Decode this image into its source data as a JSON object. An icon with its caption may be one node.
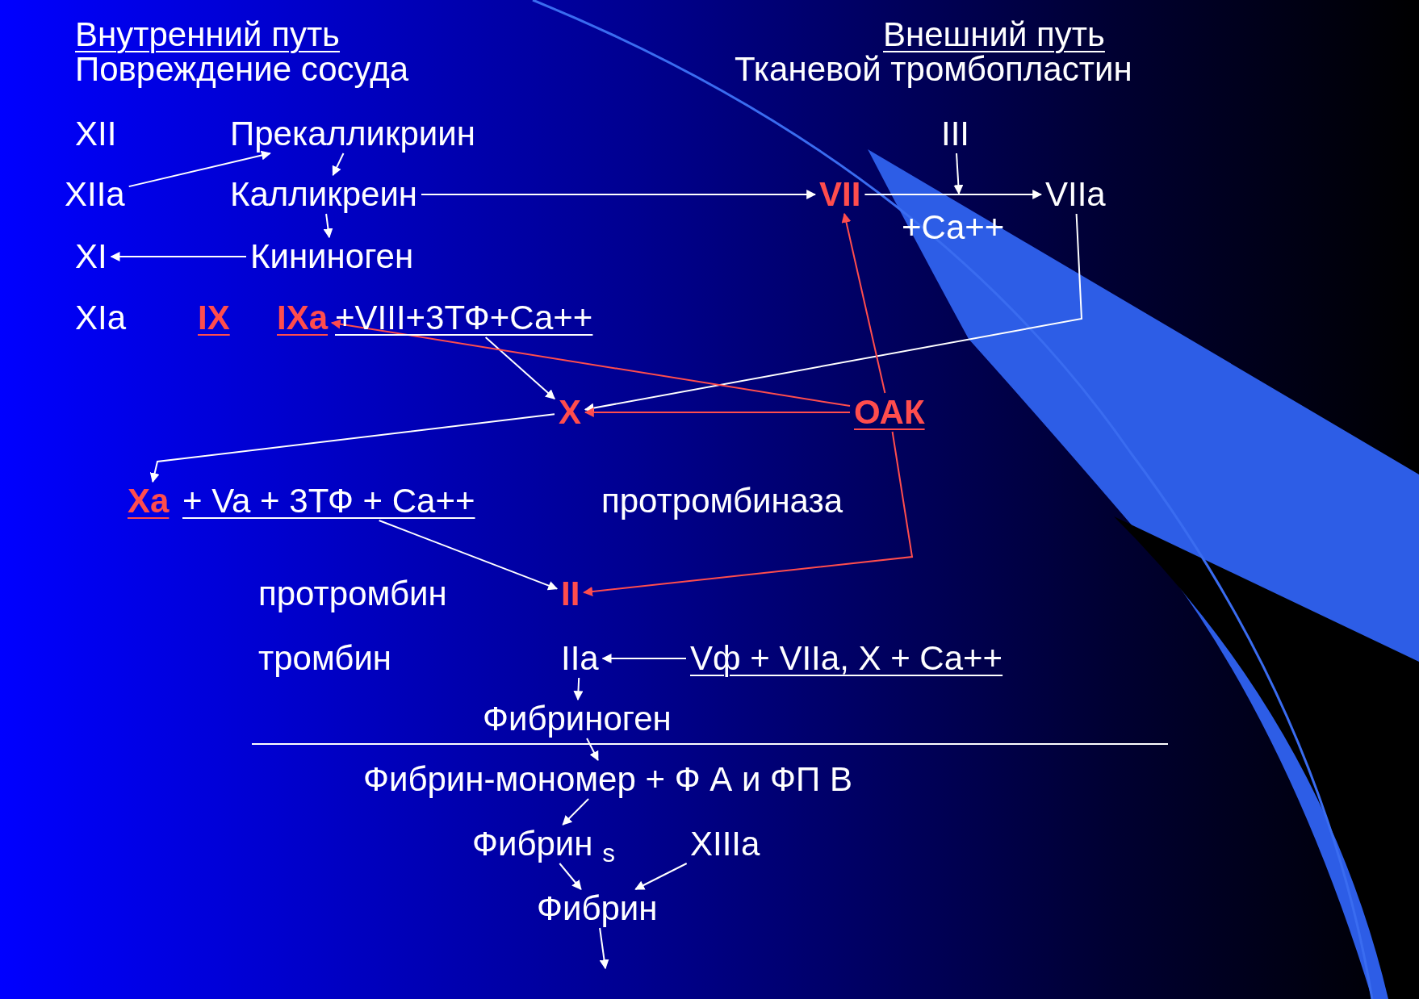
{
  "diagram": {
    "nodes": [
      {
        "text": [
          "Прекалликриин"
        ]
      },
      {
        "text": [
          "III"
        ]
      },
      {
        "text": [
          "XIIa"
        ]
      },
      {
        "text": [
          "Калликреин"
        ]
      },
      {
        "text": [
          "VII"
        ]
      },
      {
        "text": [
          "VIIa"
        ]
      },
      {
        "text": [
          "XI"
        ]
      },
      {
        "text": [
          "Кининоген"
        ]
      },
      {
        "text": [
          "IXa"
        ]
      },
      {
        "text": [
          "+VIII+3ТФ+Са++"
        ]
      },
      {
        "text": [
          "X"
        ]
      },
      {
        "text": [
          "ОАК"
        ]
      },
      {
        "text": [
          "Xa"
        ]
      },
      {
        "text": [
          "+ Va + 3ТФ + Ca++"
        ]
      },
      {
        "text": [
          "II"
        ]
      },
      {
        "text": [
          "IIa"
        ]
      },
      {
        "text": [
          "Vф + VIIa, X + Ca++"
        ]
      },
      {
        "text": [
          "Фибриноген"
        ]
      },
      {
        "text": [
          "Фибрин-мономер + Ф А и ФП В"
        ]
      },
      {
        "text": [
          "Фибрин $_{s}$"
        ]
      },
      {
        "text": [
          "XIIIa"
        ]
      },
      {
        "text": [
          "Фибрин"
        ]
      }
    ],
    "edges": [
      {
        "from": 2,
        "to": 0,
        "arrow": "to"
      },
      {
        "from": 0,
        "to": 3,
        "arrow": "to"
      },
      {
        "from": 3,
        "to": 7,
        "arrow": "to"
      },
      {
        "from": 7,
        "to": 6,
        "arrow": "to"
      },
      {
        "from": 3,
        "to": 4,
        "arrow": "to"
      },
      {
        "from": 4,
        "to": 5,
        "arrow": "to",
        "label": "+Ca++"
      },
      {
        "from": 1,
        "to": null,
        "arrow": "to"
      },
      {
        "from": 5,
        "to": 10,
        "arrow": "to"
      },
      {
        "from": 9,
        "to": 10,
        "arrow": "to"
      },
      {
        "from": 10,
        "to": 12,
        "arrow": "to"
      },
      {
        "from": 13,
        "to": 14,
        "arrow": "to"
      },
      {
        "from": 11,
        "to": 4,
        "arrow": "to",
        "color": "#ff4d4d"
      },
      {
        "from": 11,
        "to": 8,
        "arrow": "to",
        "color": "#ff4d4d"
      },
      {
        "from": 11,
        "to": 10,
        "arrow": "to",
        "color": "#ff4d4d"
      },
      {
        "from": 11,
        "to": 14,
        "arrow": "to",
        "color": "#ff4d4d"
      },
      {
        "from": 15,
        "to": 17,
        "arrow": "to"
      },
      {
        "from": 16,
        "to": 15,
        "arrow": "to"
      },
      {
        "from": 17,
        "to": 18,
        "arrow": "to"
      },
      {
        "from": 18,
        "to": 19,
        "arrow": "to"
      },
      {
        "from": 19,
        "to": 21,
        "arrow": "to"
      },
      {
        "from": 20,
        "to": 21,
        "arrow": "to"
      },
      {
        "from": 21,
        "to": null,
        "arrow": "to"
      }
    ],
    "labels": [
      "Внутренний путь",
      "Внешний путь",
      "Повреждение сосуда",
      "Тканевой тромбопластин",
      "XII",
      "XIa",
      "IX",
      "протромбиназа",
      "протромбин",
      "тромбин"
    ]
  }
}
